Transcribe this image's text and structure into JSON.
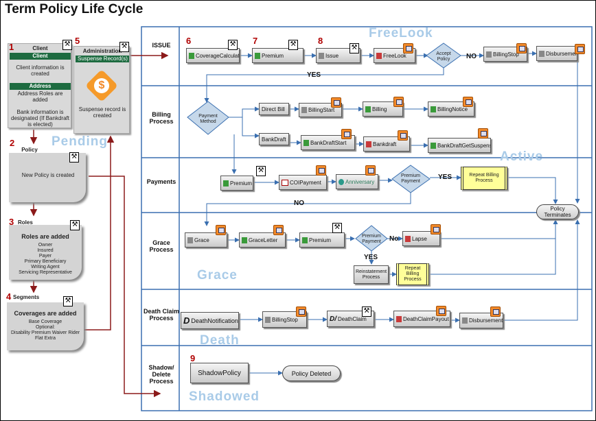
{
  "title": "Term Policy Life Cycle",
  "lanes": [
    {
      "id": "issue",
      "label": "ISSUE"
    },
    {
      "id": "billing",
      "label": "Billing Process"
    },
    {
      "id": "payments",
      "label": "Payments"
    },
    {
      "id": "grace",
      "label": "Grace Process"
    },
    {
      "id": "death",
      "label": "Death Claim Process"
    },
    {
      "id": "shadow",
      "label": "Shadow/ Delete Process"
    }
  ],
  "watermarks": {
    "pending": "Pending",
    "freelook": "FreeLook",
    "active": "Active",
    "grace": "Grace",
    "death": "Death",
    "shadowed": "Shadowed"
  },
  "left_panel": {
    "client": {
      "step": "1",
      "header": "Client",
      "bar1": "Client",
      "text1": "Client information is created",
      "bar2": "Address",
      "text2": "Address Roles are added",
      "text3": "Bank information is designated (If Bankdraft is elected)"
    },
    "administration": {
      "step": "5",
      "header": "Administration",
      "bar": "Suspense Record(s)",
      "text": "Suspense record is created"
    },
    "policy": {
      "step": "2",
      "header": "Policy",
      "text": "New Policy is created"
    },
    "roles": {
      "step": "3",
      "header": "Roles",
      "title": "Roles are added",
      "items": [
        "Owner",
        "Insured",
        "Payer",
        "Primary Beneficiary",
        "Writing Agent",
        "Servicing Representative"
      ]
    },
    "segments": {
      "step": "4",
      "header": "Segments",
      "title": "Coverages are added",
      "items": [
        "Base Coverage",
        "Optional:",
        "Disability Premium Waiver Rider",
        "Flat Extra"
      ]
    }
  },
  "issue": {
    "steps": {
      "coverage": "6",
      "premium": "7",
      "issue": "8"
    },
    "tasks": {
      "coverage": "CoverageCalculation",
      "premium": "Premium",
      "issue": "Issue",
      "freelook": "FreeLook",
      "billingstop": "BillingStop",
      "disbursement": "Disbursement"
    },
    "decision": "Accept Policy",
    "no": "NO",
    "yes": "YES"
  },
  "billing": {
    "decision": "Payment Method",
    "direct": "Direct Bill",
    "billingstart": "BillingStart",
    "billing": "Billing",
    "billingnotice": "BillingNotice",
    "bankdraft_label": "BankDraft",
    "bankdraftstart": "BankDraftStart",
    "bankdraft": "Bankdraft",
    "bankdraftgetsuspense": "BankDraftGetSuspense"
  },
  "payments": {
    "premium": "Premium",
    "coipayment": "COIPayment",
    "anniversary": "Anniversary",
    "decision": "Premium Payment",
    "yes": "YES",
    "repeat": "Repeat Billing Process",
    "no": "NO",
    "terminate": "Policy Terminates"
  },
  "grace": {
    "grace": "Grace",
    "graceletter": "GraceLetter",
    "premium": "Premium",
    "decision": "Premium Payment",
    "no": "No",
    "lapse": "Lapse",
    "yes": "YES",
    "reinstatement": "Reinstatement Process",
    "repeat": "Repeat Billing Process"
  },
  "death": {
    "notification": "DeathNotification",
    "billingstop": "BillingStop",
    "deathclaim": "DeathClaim",
    "payout": "DeathClaimPayout",
    "disbursement": "Disbursement"
  },
  "shadow": {
    "step": "9",
    "shadowpolicy": "ShadowPolicy",
    "deleted": "Policy Deleted"
  },
  "colors": {
    "lane_border": "#3a6fb0",
    "arrow_dark": "#8b1a1a",
    "step_red": "#b00000",
    "watermark": "#a9cbe8",
    "panel_bar": "#1d6b40",
    "badge_orange": "#f28a2a",
    "highlight_yellow": "#ffff99"
  },
  "icons": [
    "person-icon",
    "computer-icon",
    "dollar-coin-icon",
    "document-icon"
  ]
}
